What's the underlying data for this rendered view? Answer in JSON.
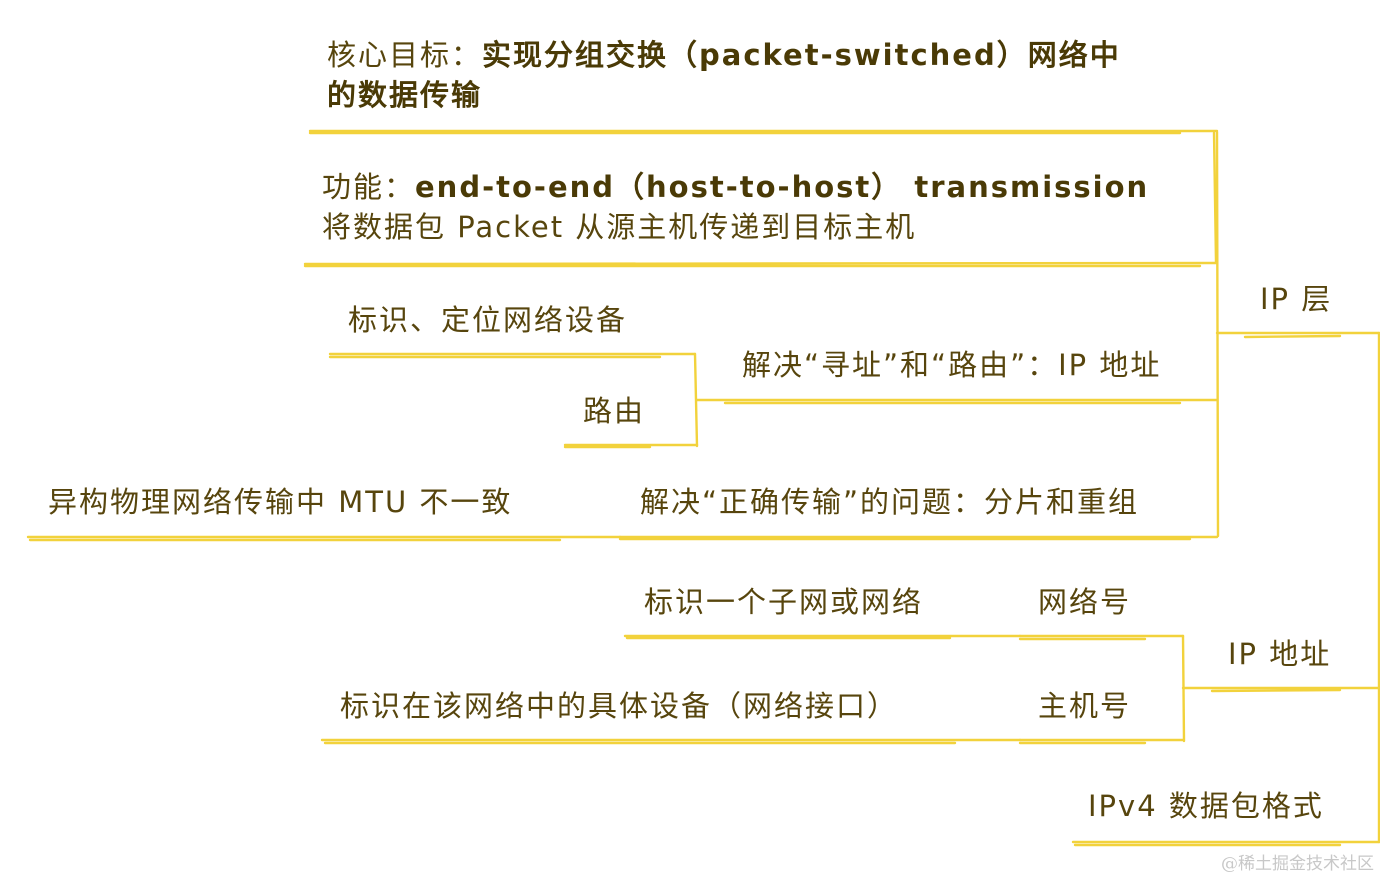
{
  "mindmap": {
    "stroke_color": "#f2d23c",
    "text_color": "#57450d",
    "ip_layer": {
      "label": "IP 层",
      "core_goal": {
        "prefix": "核心目标：",
        "bold_1": "实现分组交换（packet-switched）网络中",
        "bold_2": "的数据传输"
      },
      "function": {
        "prefix": "功能：",
        "bold": "end-to-end（host-to-host） transmission",
        "detail": "将数据包 Packet 从源主机传递到目标主机"
      },
      "addressing": {
        "label": "解决“寻址”和“路由”：IP 地址",
        "children": [
          "标识、定位网络设备",
          "路由"
        ]
      },
      "fragmentation": {
        "label": "解决“正确传输”的问题：分片和重组",
        "children": [
          "异构物理网络传输中 MTU 不一致"
        ]
      }
    },
    "ip_address": {
      "label": "IP 地址",
      "network_number": {
        "label": "网络号",
        "desc": "标识一个子网或网络"
      },
      "host_number": {
        "label": "主机号",
        "desc": "标识在该网络中的具体设备（网络接口）"
      }
    },
    "ipv4_format": {
      "label": "IPv4 数据包格式"
    }
  },
  "watermark": "@稀土掘金技术社区"
}
